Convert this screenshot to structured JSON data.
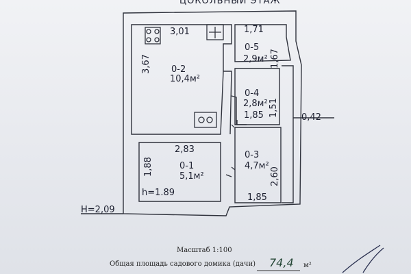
{
  "header": {
    "floor_title": "ЦОКОЛЬНЫЙ ЭТАЖ"
  },
  "rooms": [
    {
      "id": "0-1",
      "area": "5,1м²"
    },
    {
      "id": "0-2",
      "area": "10,4м²"
    },
    {
      "id": "0-3",
      "area": "4,7м²"
    },
    {
      "id": "0-4",
      "area": "2,8м²"
    },
    {
      "id": "0-5",
      "area": "2,9м²"
    }
  ],
  "dimensions": {
    "top_left_width": "3,01",
    "top_right_width": "1,71",
    "left_height_02": "3,67",
    "right_height_05": "1,67",
    "height_04": "1,51",
    "width_04": "1,85",
    "outer_offset": "0,42",
    "width_01": "2,83",
    "height_01": "1,88",
    "height_03": "2,60",
    "width_03_bottom": "1,85"
  },
  "notes": {
    "ceiling_h_room": "h=1.89",
    "total_h": "H=2,09"
  },
  "footer": {
    "scale_label": "Масштаб 1:100",
    "area_label": "Общая площадь садового домика (дачи)",
    "area_value": "74,4",
    "area_unit": "м²"
  }
}
